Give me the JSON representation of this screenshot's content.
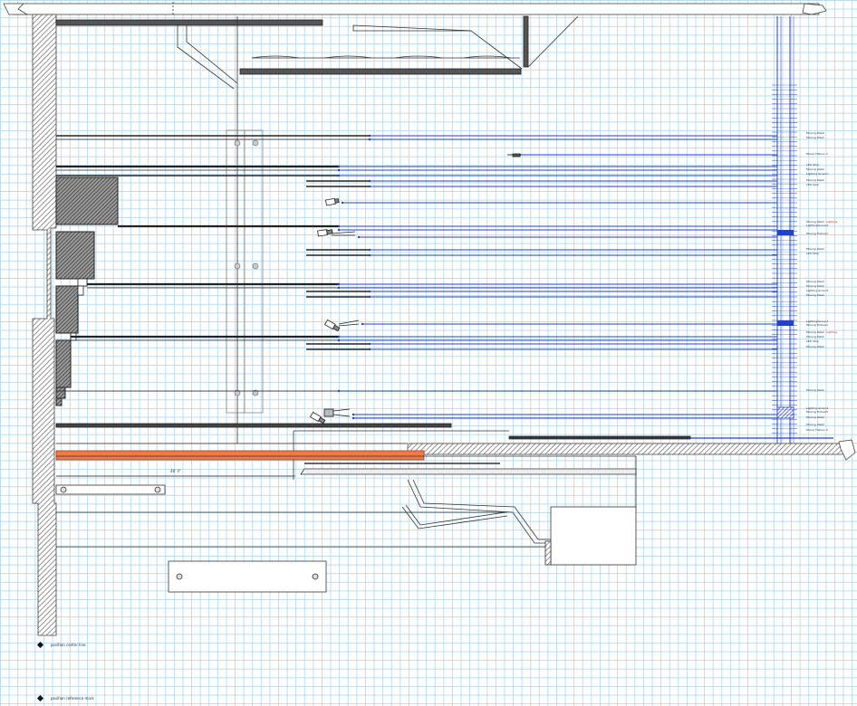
{
  "colors": {
    "background": "#ffffff",
    "grid": "#b9dcef",
    "wire_blue": "#2040d0",
    "ink": "#333333",
    "orange_beam": "#f07a45",
    "hatch": "#555555"
  },
  "fixtures": [
    {
      "name": "Moving Wash",
      "note": ""
    },
    {
      "name": "Moving Wash",
      "note": ""
    },
    {
      "name": "Mover Fixture",
      "note": "2"
    },
    {
      "name": "LED Strip",
      "note": ""
    },
    {
      "name": "Moving Wash",
      "note": ""
    },
    {
      "name": "Lighting Ground",
      "note": ""
    },
    {
      "name": "Moving Wash",
      "note": ""
    },
    {
      "name": "LED Spot",
      "note": ""
    },
    {
      "name": "Moving Wash",
      "note": "Lighting"
    },
    {
      "name": "Lighting/Ground",
      "note": ""
    },
    {
      "name": "Moving Fixture",
      "note": "3"
    },
    {
      "name": "Moving Wash",
      "note": ""
    },
    {
      "name": "LED Strip",
      "note": ""
    },
    {
      "name": "Moving Wash",
      "note": ""
    },
    {
      "name": "Moving Wash",
      "note": ""
    },
    {
      "name": "Lighting Ground",
      "note": ""
    },
    {
      "name": "Moving Wash",
      "note": ""
    },
    {
      "name": "Lighting/Ground",
      "note": ""
    },
    {
      "name": "Moving Fixture",
      "note": "4"
    },
    {
      "name": "Moving Wash",
      "note": "Lighting"
    },
    {
      "name": "Moving Wash",
      "note": ""
    },
    {
      "name": "LED Strip",
      "note": ""
    },
    {
      "name": "Moving Wash",
      "note": ""
    },
    {
      "name": "Moving Wash",
      "note": ""
    },
    {
      "name": "Lighting Ground",
      "note": ""
    },
    {
      "name": "Moving Fixture",
      "note": "5"
    },
    {
      "name": "Moving Wash",
      "note": ""
    },
    {
      "name": "Moving Wash",
      "note": ""
    },
    {
      "name": "Mover Fixture",
      "note": "6"
    }
  ],
  "dimension": {
    "text": "48' 0\""
  },
  "legend": [
    {
      "text": "position center line"
    },
    {
      "text": "position reference mark"
    }
  ]
}
